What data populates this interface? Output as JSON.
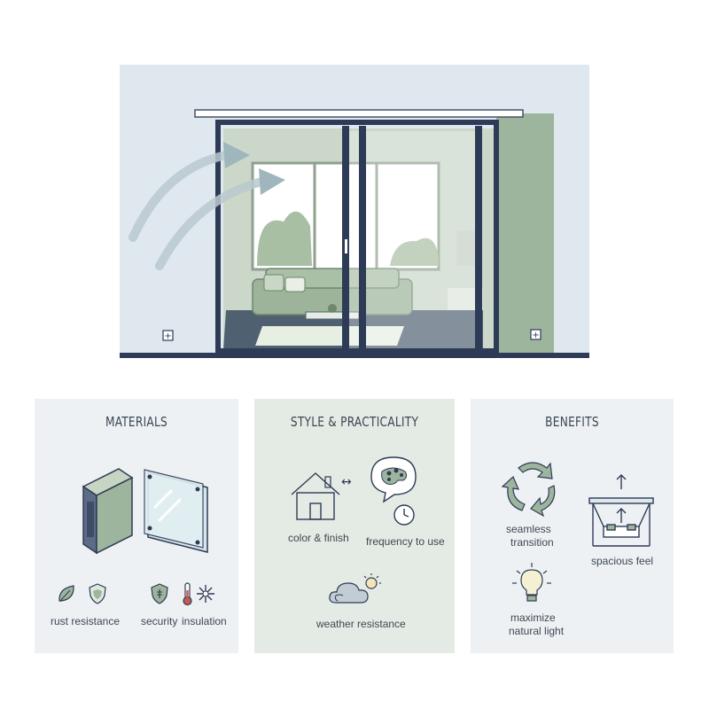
{
  "materials": {
    "title": "MATERIALS",
    "features": [
      {
        "label": "rust resistance",
        "icons": [
          "leaf-icon",
          "shield-icon"
        ]
      },
      {
        "label": "security",
        "icons": [
          "shield-lock-icon"
        ]
      },
      {
        "label": "insulation",
        "icons": [
          "thermometer-icon",
          "snowflake-icon"
        ]
      }
    ],
    "components": [
      "aluminum-frame-profile",
      "glass-pane"
    ]
  },
  "style_practicality": {
    "title": "STYLE & PRACTICALITY",
    "items": [
      {
        "label": "color & finish",
        "icon": "house-icon"
      },
      {
        "label": "frequency to use",
        "icon": "clock-icon"
      },
      {
        "label": "weather resistance",
        "icon": "cloud-sun-icon"
      }
    ],
    "connector_icon": "double-arrow-icon",
    "palette_icon": "palette-bubble-icon"
  },
  "benefits": {
    "title": "BENEFITS",
    "items": [
      {
        "line1": "seamless",
        "line2": "transition",
        "icon": "cycle-arrows-icon"
      },
      {
        "line1": "spacious feel",
        "icon": "expanding-room-icon"
      },
      {
        "line1": "maximize",
        "line2": "natural light",
        "icon": "lightbulb-icon"
      }
    ]
  },
  "colors": {
    "frame": "#2e3b57",
    "wall": "#dfe7ee",
    "accent_green": "#9db59c",
    "panel_green": "#e4ebe4",
    "panel_gray": "#eef1f4"
  }
}
